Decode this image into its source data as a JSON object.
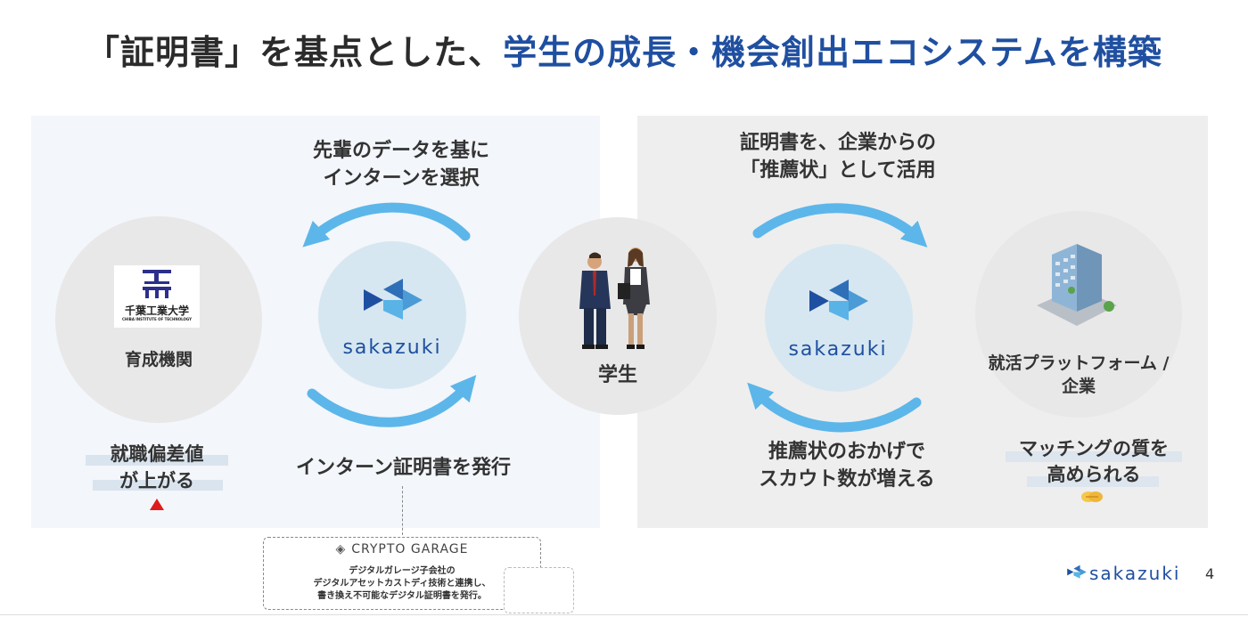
{
  "title": {
    "part1": "「証明書」を基点とした、",
    "part2": "学生の成長・機会創出エコシステムを構築"
  },
  "left": {
    "arrow_top_text_line1": "先輩のデータを基に",
    "arrow_top_text_line2": "インターンを選択",
    "institution_logo_name": "千葉工業大学",
    "institution_logo_sub": "CHIBA INSTITUTE OF TECHNOLOGY",
    "institution_label": "育成機関",
    "result_line1": "就職偏差値",
    "result_line2": "が上がる",
    "result_icon": "red-up-triangle-icon",
    "arrow_bottom_text": "インターン証明書を発行",
    "sakazuki_word": "sakazuki"
  },
  "center": {
    "student_label": "学生"
  },
  "right": {
    "arrow_top_text_line1": "証明書を、企業からの",
    "arrow_top_text_line2": "「推薦状」として活用",
    "platform_label_line1": "就活プラットフォーム /",
    "platform_label_line2": "企業",
    "arrow_bottom_text_line1": "推薦状のおかげで",
    "arrow_bottom_text_line2": "スカウト数が増える",
    "matching_line1": "マッチングの質を",
    "matching_line2": "高められる",
    "matching_icon": "handshake-icon",
    "sakazuki_word": "sakazuki"
  },
  "crypto_box": {
    "title": "CRYPTO GARAGE",
    "line1": "デジタルガレージ子会社の",
    "line2": "デジタルアセットカストディ技術と連携し、",
    "line3": "書き換え不可能なデジタル証明書を発行。"
  },
  "footer": {
    "brand": "sakazuki",
    "page": "4"
  },
  "colors": {
    "accent": "#1f4fa0",
    "arrow": "#5cb6ea",
    "left_panel": "#f3f6fa",
    "right_panel": "#eeeeee",
    "triangle": "#e01b1b"
  }
}
